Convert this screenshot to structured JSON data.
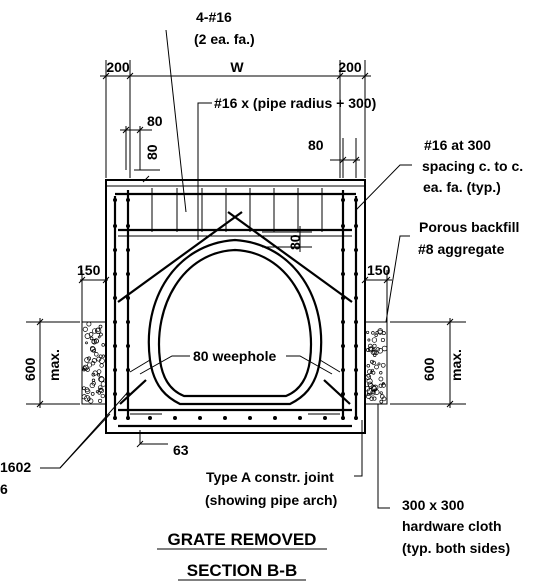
{
  "labels": {
    "bars_4_16": "4-#16",
    "bars_2_each_face": "(2 ea. fa.)",
    "dim_200_left": "200",
    "dim_w": "W",
    "dim_200_right": "200",
    "bar_16_pipe_radius": "#16 x (pipe radius + 300)",
    "dim_80_top_a": "80",
    "dim_80_top_vertical": "80",
    "dim_80_right": "80",
    "spacing_line1": "#16 at 300",
    "spacing_line2": "spacing c. to c.",
    "spacing_line3": "ea. fa. (typ.)",
    "backfill_line1": "Porous backfill",
    "backfill_line2": "#8 aggregate",
    "dim_80_inner": "80",
    "dim_150_left": "150",
    "dim_150_right": "150",
    "dim_600_left": "600",
    "max_left": "max.",
    "dim_600_right": "600",
    "max_right": "max.",
    "weephole": "80 weephole",
    "dim_63": "63",
    "label_1602": "1602",
    "label_6": "6",
    "joint_line1": "Type A constr. joint",
    "joint_line2": "(showing pipe arch)",
    "cloth_line1": "300 x 300",
    "cloth_line2": "hardware cloth",
    "cloth_line3": "(typ. both sides)",
    "title_line1": "GRATE REMOVED",
    "title_line2": "SECTION B-B"
  }
}
